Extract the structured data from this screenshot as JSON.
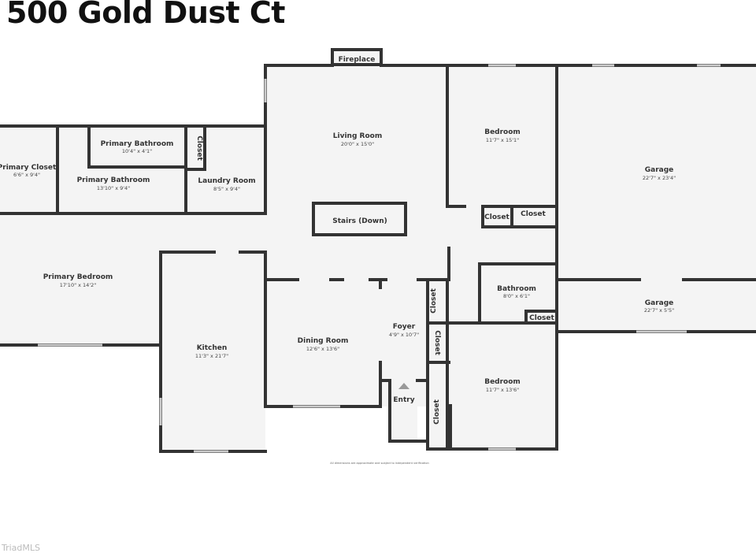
{
  "title": "500 Gold Dust Ct",
  "watermark": "TriadMLS",
  "disclaimer": "All dimensions are approximate and subject to independent verification",
  "rooms": {
    "fireplace": {
      "name": "Fireplace"
    },
    "living_room": {
      "name": "Living Room",
      "dims": "20'0\" x 15'0\""
    },
    "bedroom_1": {
      "name": "Bedroom",
      "dims": "11'7\" x 15'1\""
    },
    "garage_1": {
      "name": "Garage",
      "dims": "22'7\" x 23'4\""
    },
    "garage_2": {
      "name": "Garage",
      "dims": "22'7\" x 5'5\""
    },
    "primary_closet": {
      "name": "Primary Closet",
      "dims": "6'6\" x 9'4\""
    },
    "primary_bathroom_1": {
      "name": "Primary Bathroom",
      "dims": "10'4\" x 4'1\""
    },
    "primary_bathroom_2": {
      "name": "Primary Bathroom",
      "dims": "13'10\" x 9'4\""
    },
    "closet_laundry": {
      "name": "Closet"
    },
    "laundry_room": {
      "name": "Laundry Room",
      "dims": "8'5\" x 9'4\""
    },
    "stairs": {
      "name": "Stairs (Down)"
    },
    "closet_bed1_a": {
      "name": "Closet"
    },
    "closet_bed1_b": {
      "name": "Closet"
    },
    "primary_bedroom": {
      "name": "Primary Bedroom",
      "dims": "17'10\" x 14'2\""
    },
    "bathroom": {
      "name": "Bathroom",
      "dims": "8'0\" x 6'1\""
    },
    "closet_bath": {
      "name": "Closet"
    },
    "closet_foyer_1": {
      "name": "Closet"
    },
    "closet_foyer_2": {
      "name": "Closet"
    },
    "closet_foyer_3": {
      "name": "Closet"
    },
    "kitchen": {
      "name": "Kitchen",
      "dims": "11'3\" x 21'7\""
    },
    "dining_room": {
      "name": "Dining Room",
      "dims": "12'6\" x 13'6\""
    },
    "foyer": {
      "name": "Foyer",
      "dims": "4'9\" x 10'7\""
    },
    "entry": {
      "name": "Entry"
    },
    "bedroom_2": {
      "name": "Bedroom",
      "dims": "11'7\" x 13'6\""
    }
  }
}
